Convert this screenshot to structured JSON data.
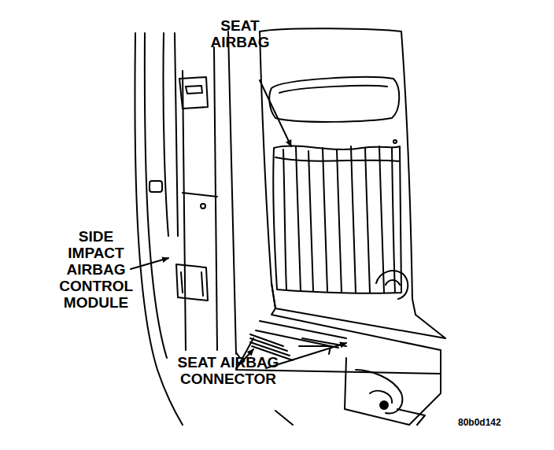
{
  "diagram": {
    "labels": [
      "SEAT AIRBAG",
      "SIDE IMPACT AIRBAG CONTROL MODULE",
      "SEAT AIRBAG CONNECTOR",
      "80b0d142"
    ]
  }
}
